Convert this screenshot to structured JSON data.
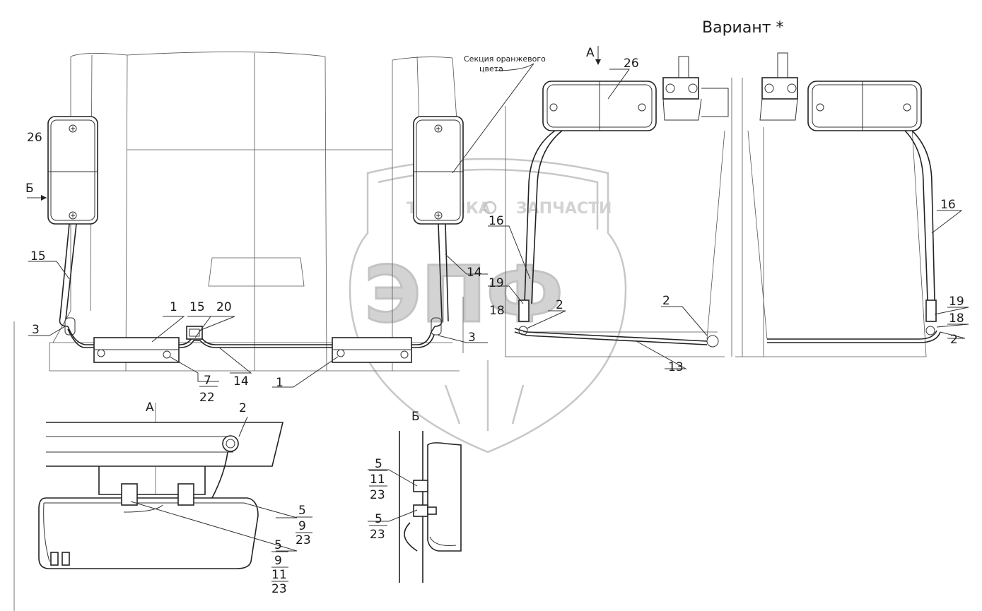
{
  "title": "Вариант *",
  "watermark": {
    "top_left_text": "ТЕХНИКА",
    "top_right_text": "ЗАПЧАСТИ",
    "monogram": "ЭПФ"
  },
  "annotations": {
    "section_orange": [
      "Секция оранжевого",
      "цвета"
    ],
    "view_a": "А",
    "view_b": "Б"
  },
  "callouts": {
    "c26_left": "26",
    "c26_right": "26",
    "c15_left": "15",
    "c15_mid": "15",
    "c3_left": "3",
    "c3_right": "3",
    "c1_left": "1",
    "c1_bottom": "1",
    "c20": "20",
    "c7": "7",
    "c22": "22",
    "c14_bottom": "14",
    "c14_right": "14",
    "c16_left": "16",
    "c16_right": "16",
    "c19_left": "19",
    "c18_left": "18",
    "c2_a": "2",
    "c2_b": "2",
    "c13": "13",
    "c19_right": "19",
    "c18_right": "18",
    "c2_right": "2",
    "c2_viewA": "2",
    "stack_a1": [
      "5",
      "9",
      "23"
    ],
    "stack_a2": [
      "5",
      "9",
      "11",
      "23"
    ],
    "stack_b1": [
      "5",
      "11",
      "23"
    ],
    "stack_b2": [
      "5",
      "23"
    ]
  }
}
